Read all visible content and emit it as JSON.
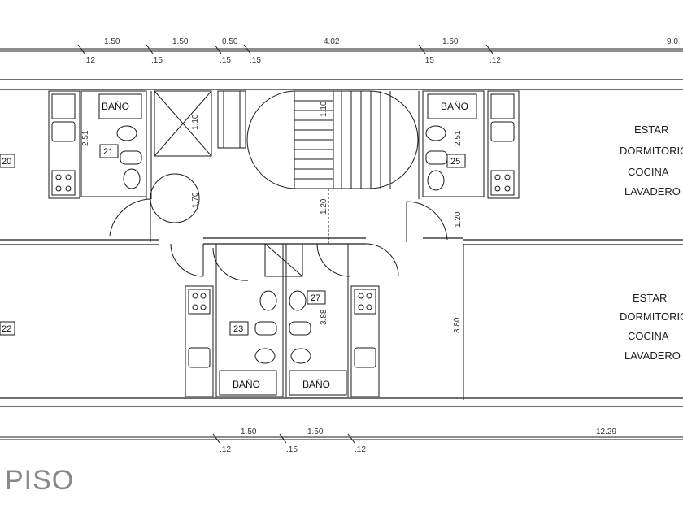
{
  "top_dims": {
    "main": [
      "1.50",
      "1.50",
      "0.50",
      "4.02",
      "1.50",
      "9.0"
    ],
    "walls": [
      ".12",
      ".15",
      ".15",
      ".15",
      ".15",
      ".12"
    ]
  },
  "bottom_dims": {
    "main": [
      "1.50",
      "1.50",
      "12.29"
    ],
    "walls": [
      ".12",
      ".15",
      ".12"
    ]
  },
  "vertical_dims": [
    "2.51",
    "1.10",
    "1.10",
    "1.70",
    "1.20",
    "2.51",
    "1.20",
    "3.88",
    "3.80"
  ],
  "units": [
    "20",
    "21",
    "22",
    "23",
    "25",
    "27"
  ],
  "bano_labels": [
    "BAÑO",
    "BAÑO",
    "BAÑO",
    "BAÑO"
  ],
  "rooms_upper_right": [
    "ESTAR",
    "DORMITORIO",
    "COCINA",
    "LAVADERO"
  ],
  "rooms_lower_right": [
    "ESTAR",
    "DORMITORIO",
    "COCINA",
    "LAVADERO"
  ],
  "floor_title": "PISO",
  "colors": {
    "line": "#1a1a1a",
    "light": "#777777",
    "fixture": "#333333"
  }
}
